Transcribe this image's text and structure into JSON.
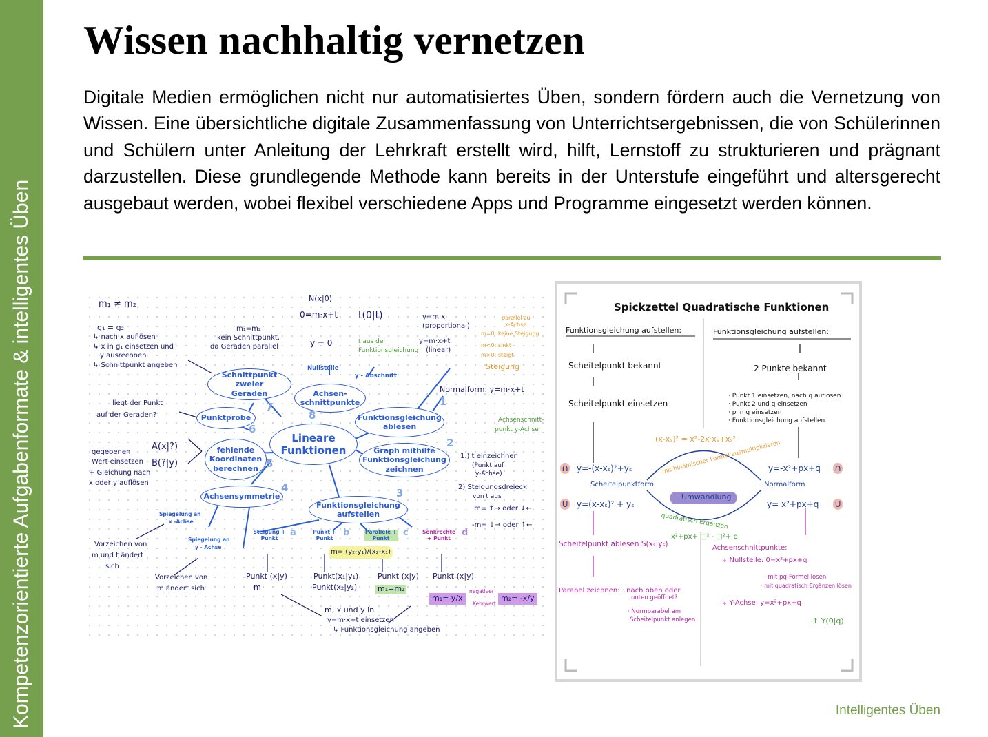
{
  "sidebar": {
    "label": "Kompetenzorientierte Aufgabenformate & intelligentes Üben"
  },
  "title": "Wissen nachhaltig vernetzen",
  "paragraph": "Digitale Medien ermöglichen nicht nur automatisiertes Üben, sondern fördern auch die Vernetzung von Wissen. Eine übersichtliche digitale Zusammenfassung von Unterrichtsergebnissen, die von Schülerinnen und Schülern unter Anleitung der Lehrkraft erstellt wird, hilft, Lernstoff zu strukturieren und prägnant darzustellen. Diese grundlegende Methode kann bereits in der Unterstufe eingeführt und altersgerecht ausgebaut werden, wobei flexibel verschiedene Apps und Programme eingesetzt werden können.",
  "footer": "Intelligentes Üben",
  "colors": {
    "accent": "#77a04e",
    "mind_blue": "#2a5bd7"
  },
  "mindmap": {
    "center": "Lineare Funktionen",
    "nodes": [
      "Schnittpunkt zweier Geraden",
      "Achsen-schnittpunkte",
      "Punktprobe",
      "Funktionsgleichung ablesen",
      "fehlende Koordinaten berechnen",
      "Graph mithilfe Funktionsgleichung zeichnen",
      "Achsensymmetrie",
      "Funktionsgleichung aufstellen"
    ],
    "numbers": [
      "1",
      "2",
      "3",
      "4",
      "5",
      "6",
      "7",
      "8"
    ],
    "notes": {
      "m_neq": "m₁ ≠ m₂",
      "g_eq": "g₁ = g₂",
      "g_steps": [
        "↳ nach x auflösen",
        "↳ x in g₁ einsetzen und",
        "   y ausrechnen",
        "↳ Schnittpunkt angeben"
      ],
      "m_eq": "m₁=m₂",
      "parallel": [
        "kein Schnittpunkt,",
        "da Geraden parallel"
      ],
      "nx": "N(x|0)",
      "zero": "0=m·x+t",
      "y0": "y = 0",
      "nullstelle": "Nullstelle",
      "t0t": "t(0|t)",
      "t_aus": [
        "t aus der",
        "Funktionsgleichung"
      ],
      "yab": "y - Abschnitt",
      "prop": [
        "y=m·x",
        "(proportional)"
      ],
      "linear": [
        "y=m·x+t",
        "(linear)"
      ],
      "steigung": [
        "parallel zu",
        "x-Achse",
        "m=0: keine Steigung",
        "m<0: sinkt",
        "m>0: steigt",
        "Steigung"
      ],
      "normalform": "Normalform: y=m·x+t",
      "achsen": [
        "Achsenschnitt-",
        "punkt y-Achse"
      ],
      "liegt": [
        "liegt der Punkt",
        "auf der Geraden?"
      ],
      "a_pt": "A(x|?)",
      "b_pt": "B(?|y)",
      "gegeben": [
        "gegebenen",
        "Wert einsetzen",
        "+ Gleichung nach",
        "x oder y auflösen"
      ],
      "graph_steps": [
        "1.) t einzeichnen",
        "(Punkt auf",
        "y-Achse)",
        "2) Steigungsdreieck",
        "von t aus",
        "m= ↑→ oder ↓←",
        "-m= ↓→ oder ↑←"
      ],
      "spx": [
        "Spiegelung an",
        "x -Achse"
      ],
      "spy": [
        "Spiegelung an",
        "y - Achse"
      ],
      "vz1": [
        "Vorzeichen von",
        "m und t ändert",
        "sich"
      ],
      "vz2": [
        "Vorzeichen von",
        "m ändert sich"
      ],
      "cases": [
        "Steigung + Punkt",
        "Punkt + Punkt",
        "Parallele + Punkt",
        "Senkrechte + Punkt"
      ],
      "case_letters": [
        "a",
        "b",
        "c",
        "d"
      ],
      "mform": "m= (y₂-y₁)/(x₂-x₁)",
      "r1": [
        "Punkt (x|y)",
        "m"
      ],
      "r2": [
        "Punkt(x₁|y₁)",
        "Punkt(x₂|y₂)"
      ],
      "r3": [
        "Punkt (x|y)",
        "m₁=m₂"
      ],
      "r4": "Punkt (x|y)",
      "m1": "m₁= y/x",
      "m2": "m₂= -x/y",
      "negkehr": [
        "negativer",
        "Kehrwert"
      ],
      "final": [
        "m, x und y in",
        "y=m·x+t einsetzen",
        "↳ Funktionsgleichung angeben"
      ]
    }
  },
  "cheat": {
    "title": "Spickzettel Quadratische Funktionen",
    "left_head": "Funktionsgleichung aufstellen:",
    "right_head": "Funktionsgleichung aufstellen:",
    "l1": "Scheitelpunkt bekannt",
    "l2": "Scheitelpunkt einsetzen",
    "r1": "2 Punkte bekannt",
    "r_steps": [
      "· Punkt 1 einsetzen, nach q auflösen",
      "· Punkt 2 und q einsetzen",
      "· p in q einsetzen",
      "· Funktionsgleichung aufstellen"
    ],
    "binom": "(x-xₛ)² = x²-2x·xₛ+xₛ²",
    "binom_label": "mit binomischer Formel ausmultiplizieren",
    "sf1": "y=-(x-xₛ)²+yₛ",
    "sf_label": "Scheitelpunktform",
    "sf2": "y=(x-xₛ)² + yₛ",
    "umw": "Umwandlung",
    "nf1": "y=-x²+px+q",
    "nf_label": "Normalform",
    "nf2": "y= x²+px+q",
    "qe_label": "quadratisch Ergänzen",
    "qe": "x²+px+ □² - □²+ q",
    "ablesen": "Scheitelpunkt ablesen S(xₛ|yₛ)",
    "zeichnen": [
      "Parabel zeichnen: · nach oben oder",
      "unten geöffnet?",
      "· Normparabel am",
      "Scheitelpunkt anlegen"
    ],
    "achs": "Achsenschnittpunkte:",
    "null": "↳ Nullstelle: 0=x²+px+q",
    "loesen": [
      "· mit pq-Formel lösen",
      "· mit quadratisch Ergänzen lösen"
    ],
    "yachse": "↳ Y-Achse: y=x²+px+q",
    "y0q": "↑ Y(0|q)"
  }
}
